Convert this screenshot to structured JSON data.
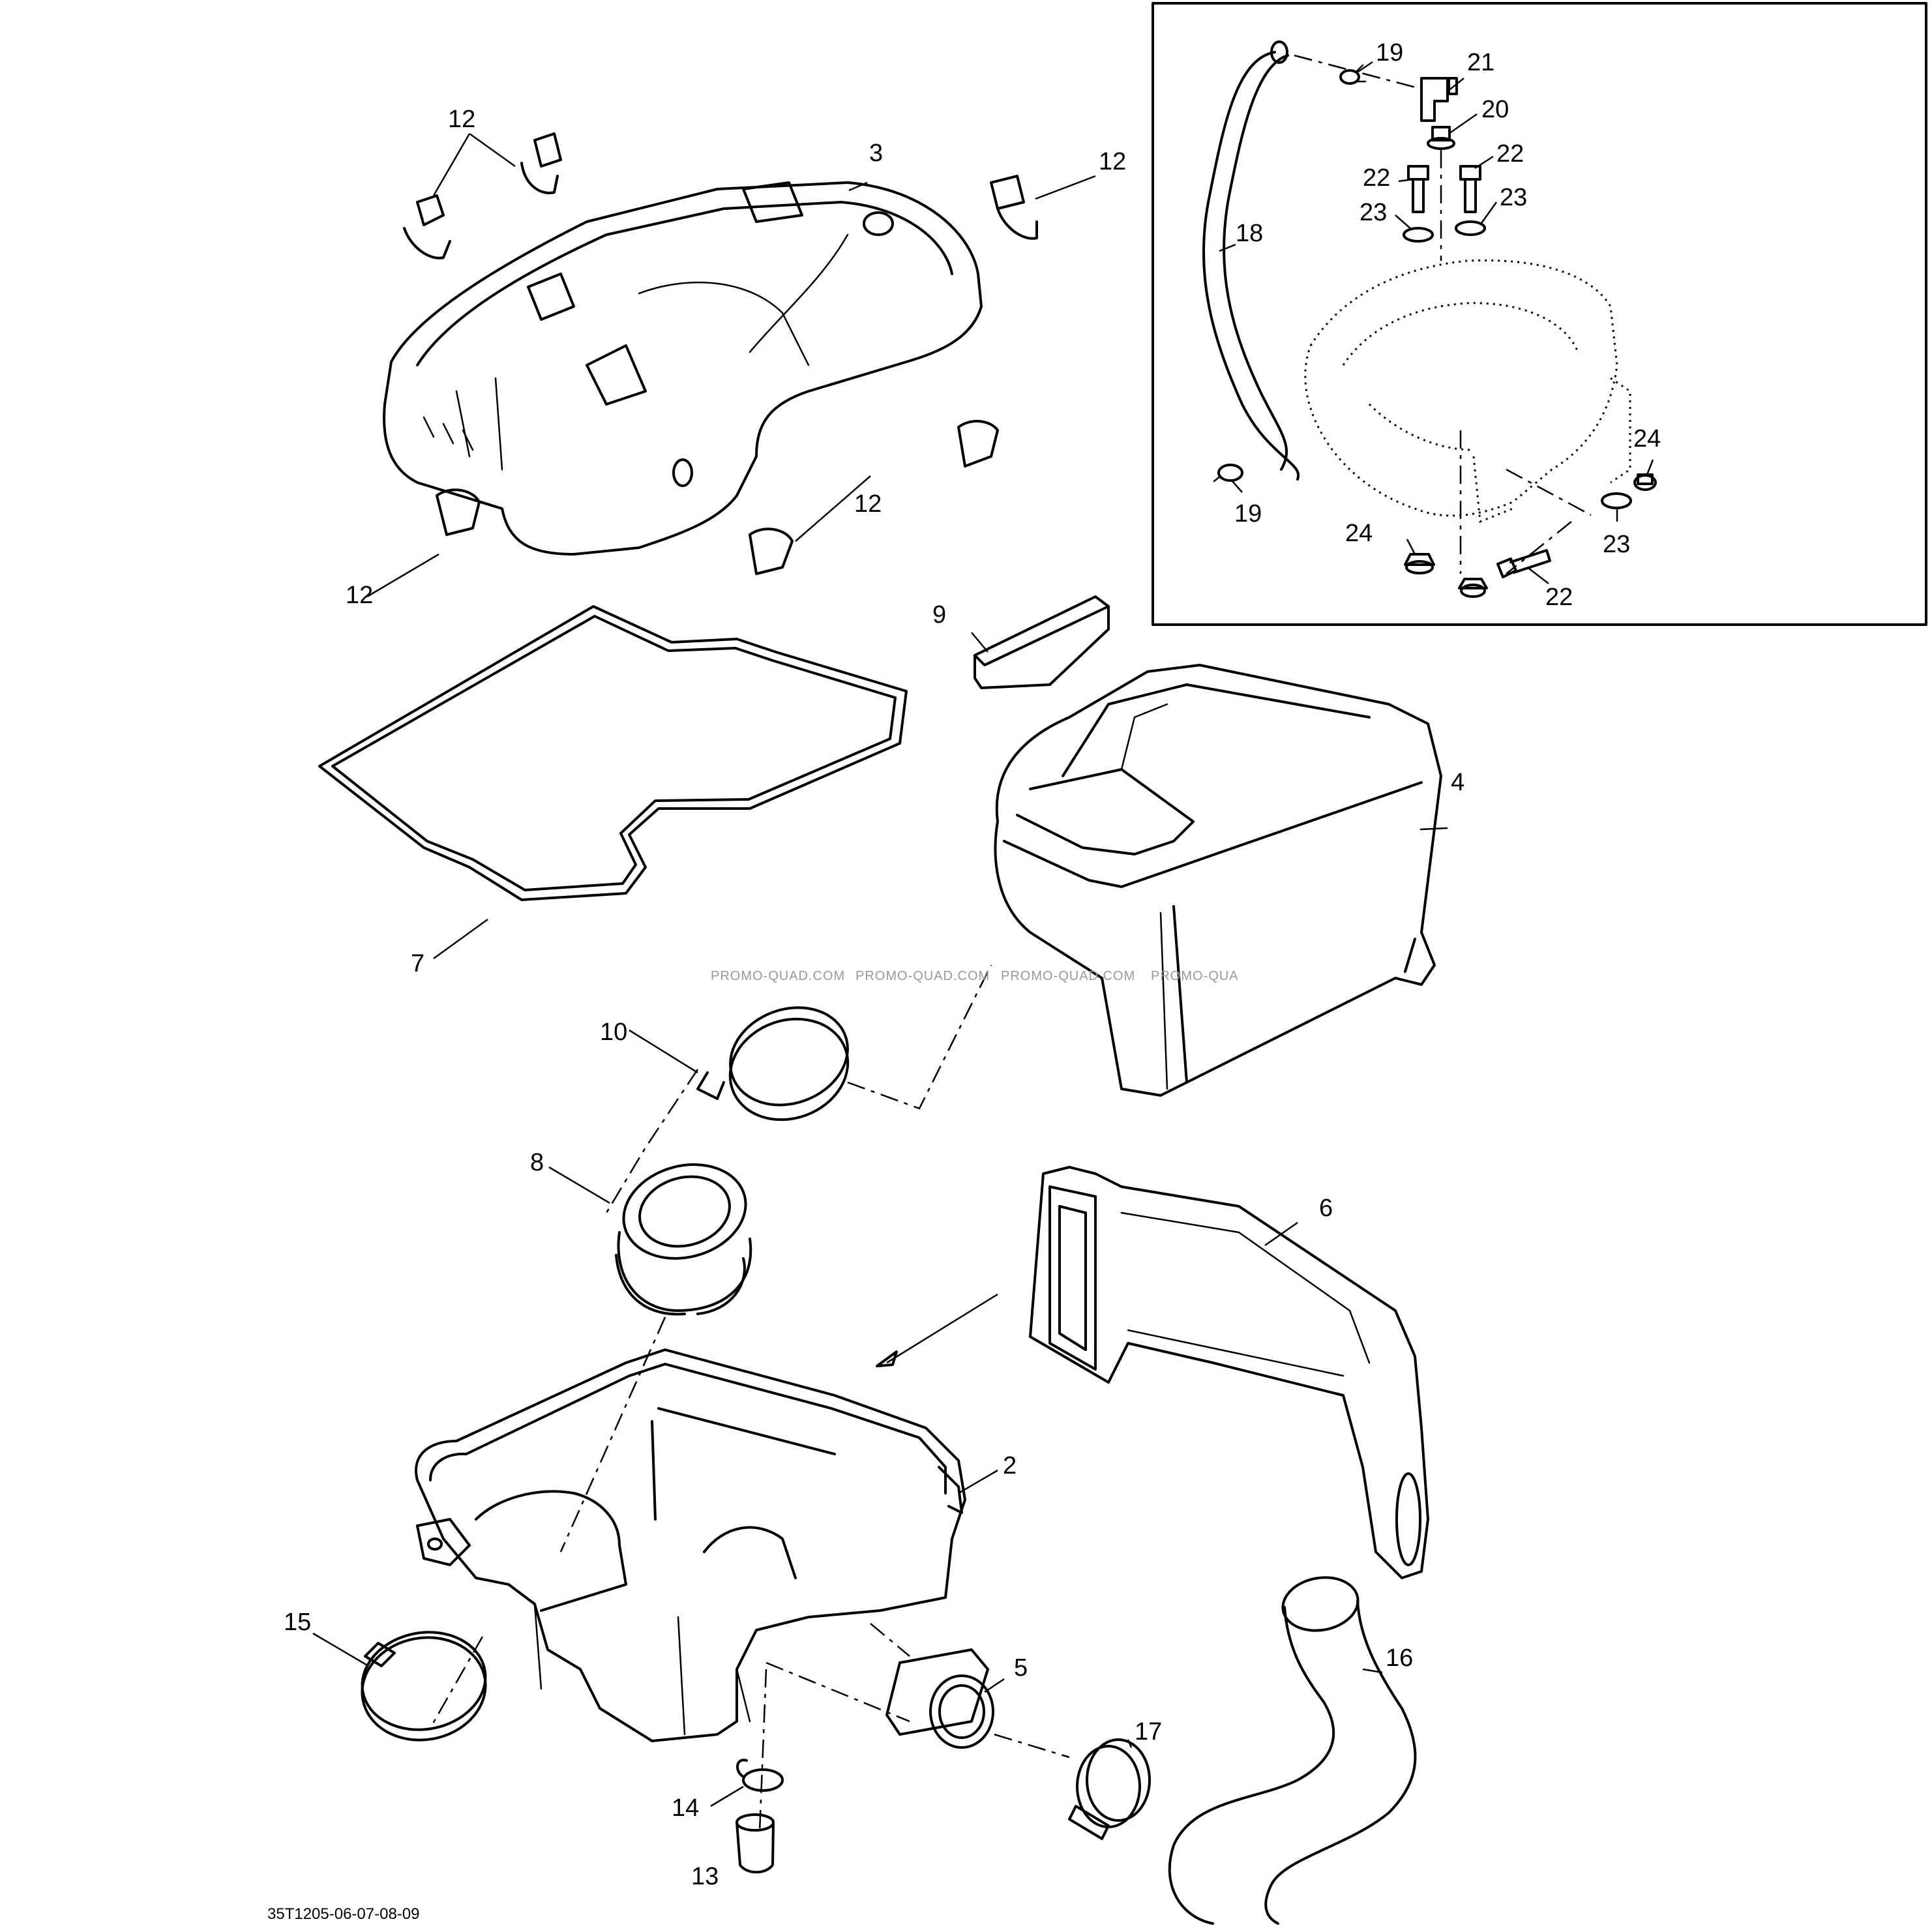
{
  "diagram": {
    "reference_code": "35T1205-06-07-08-09",
    "watermark": "PROMO-QUAD.COM",
    "watermark_partial": "PROMO-QUA",
    "callouts": {
      "c1": "19",
      "c2": "21",
      "c3": "20",
      "c4": "22",
      "c5": "22",
      "c6": "23",
      "c7": "23",
      "c8": "18",
      "c9": "24",
      "c10": "19",
      "c11": "24",
      "c12": "23",
      "c13": "22",
      "c14": "12",
      "c15": "3",
      "c16": "12",
      "c17": "12",
      "c18": "12",
      "c19": "9",
      "c20": "4",
      "c21": "7",
      "c22": "10",
      "c23": "8",
      "c24": "6",
      "c25": "2",
      "c26": "15",
      "c27": "5",
      "c28": "16",
      "c29": "17",
      "c30": "14",
      "c31": "13"
    }
  }
}
